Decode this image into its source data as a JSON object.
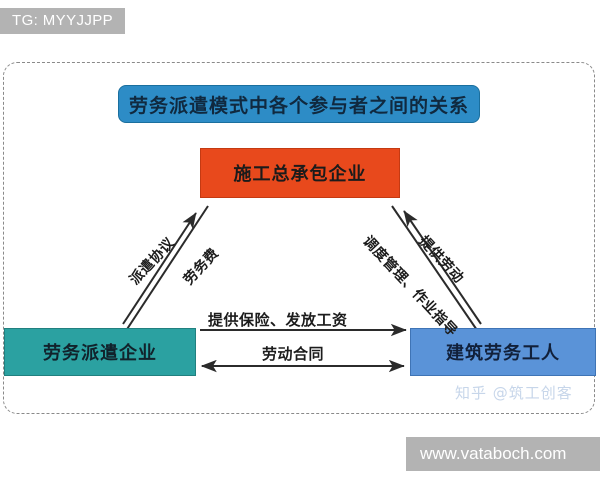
{
  "watermarks": {
    "telegram": "TG: MYYJJPP",
    "zhihu": "知乎 @筑工创客",
    "site": "www.vataboch.com"
  },
  "diagram": {
    "title": "劳务派遣模式中各个参与者之间的关系",
    "nodes": {
      "contractor": "施工总承包企业",
      "dispatch_agency": "劳务派遣企业",
      "workers": "建筑劳务工人"
    },
    "edges": {
      "dispatch_agreement": "派遣协议",
      "labor_fee": "劳务费",
      "scheduling_management": "调度管理、作业指导",
      "provide_labor": "提供劳动",
      "insurance_wages": "提供保险、发放工资",
      "labor_contract": "劳动合同"
    }
  },
  "colors": {
    "title_pill": "#2d8cc6",
    "contractor_box": "#e8491c",
    "dispatch_box": "#2ba1a1",
    "workers_box": "#5a93d8",
    "watermark_gray": "#b3b3b3",
    "arrow_stroke": "#2b2b2b"
  }
}
